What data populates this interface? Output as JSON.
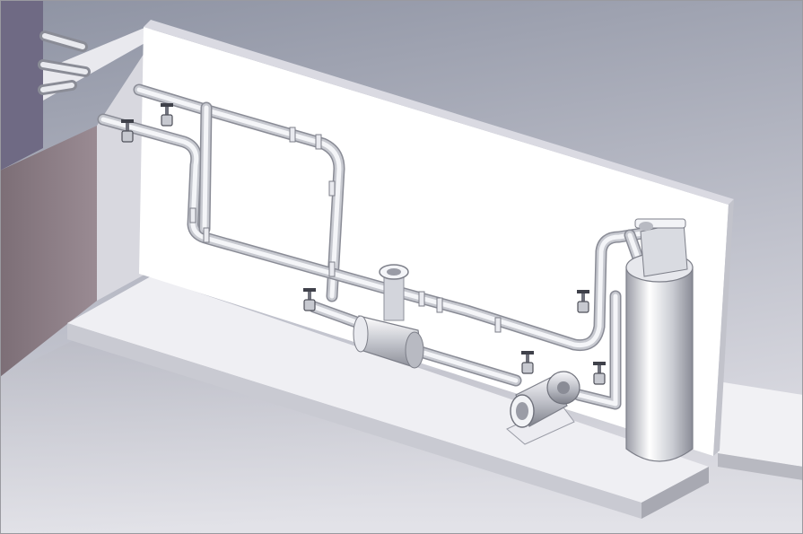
{
  "scene": {
    "type": "3d-cad-render",
    "components": [
      "backboard",
      "base-plinth",
      "pipe-network",
      "inline-chamber",
      "centrifugal-pump",
      "vertical-tank",
      "valve"
    ],
    "valve_count": 6,
    "colors": {
      "background_top": "#8e93a3",
      "background_bottom": "#dcdce3",
      "board_face": "#ffffff",
      "board_edge": "#dadae2",
      "left_wall": "#8f8088",
      "pipe_light": "#f4f5f8",
      "pipe_dark": "#8a8c96",
      "metal_mid": "#c7c9d0"
    }
  }
}
